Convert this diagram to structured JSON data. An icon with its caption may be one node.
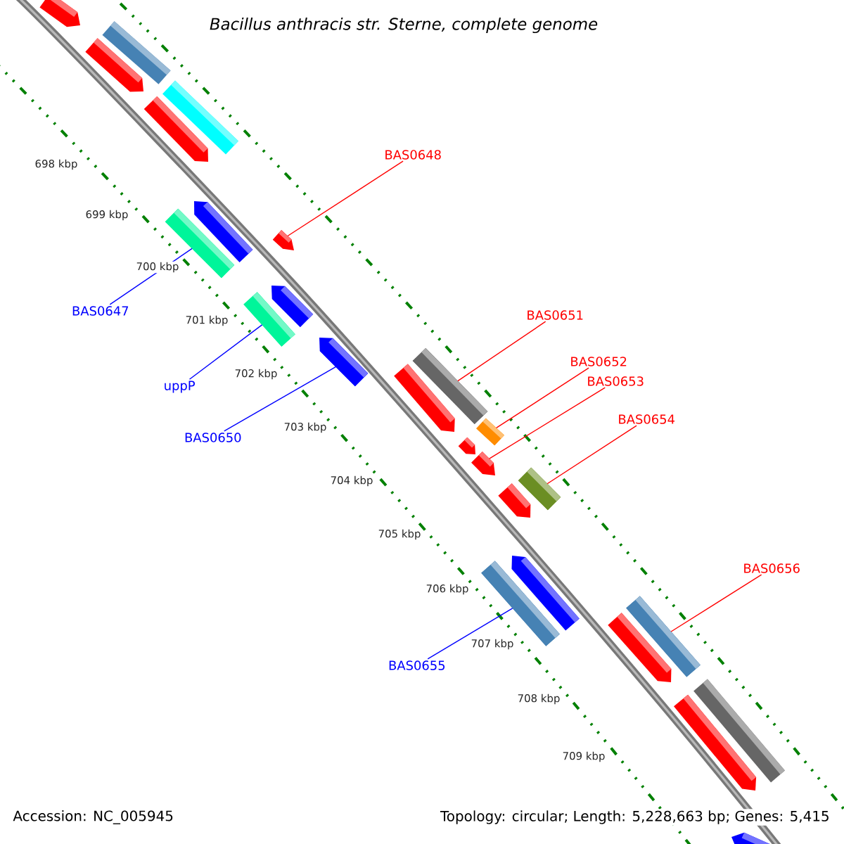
{
  "diagram": {
    "title": "Bacillus anthracis str. Sterne, complete genome",
    "nodes": [
      {
        "text": [
          "BAS0648"
        ]
      },
      {
        "text": [
          "BAS0647"
        ]
      },
      {
        "text": [
          "uppP"
        ]
      },
      {
        "text": [
          "BAS0650"
        ]
      },
      {
        "text": [
          "BAS0651"
        ]
      },
      {
        "text": [
          "BAS0652"
        ]
      },
      {
        "text": [
          "BAS0653"
        ]
      },
      {
        "text": [
          "BAS0654"
        ]
      },
      {
        "text": [
          "BAS0655"
        ]
      },
      {
        "text": [
          "BAS0656"
        ]
      },
      {
        "text": [],
        "shape": "bar"
      },
      {
        "text": [],
        "shape": "bar"
      },
      {
        "text": [],
        "shape": "bar"
      },
      {
        "text": [],
        "shape": "bar"
      },
      {
        "text": [],
        "shape": "bar"
      },
      {
        "text": [],
        "shape": "bar"
      },
      {
        "text": [],
        "shape": "bar"
      },
      {
        "text": [],
        "shape": "bar"
      },
      {
        "text": [],
        "shape": "bar"
      },
      {
        "text": [],
        "shape": "bar"
      }
    ],
    "edges": [
      {
        "from": 0,
        "to": 10,
        "arrow": "none"
      },
      {
        "from": 1,
        "to": 11,
        "arrow": "none",
        "color": "#0000ff"
      },
      {
        "from": 2,
        "to": 12,
        "arrow": "none",
        "color": "#0000ff"
      },
      {
        "from": 3,
        "to": 13,
        "arrow": "none",
        "color": "#0000ff"
      },
      {
        "from": 4,
        "to": 14,
        "arrow": "none"
      },
      {
        "from": 5,
        "to": 15,
        "arrow": "none"
      },
      {
        "from": 6,
        "to": 16,
        "arrow": "none"
      },
      {
        "from": 7,
        "to": 17,
        "arrow": "none"
      },
      {
        "from": 8,
        "to": 18,
        "arrow": "none",
        "color": "#0000ff"
      },
      {
        "from": 9,
        "to": 19,
        "arrow": "none"
      }
    ],
    "labels": [
      "698 kbp",
      "699 kbp",
      "700 kbp",
      "701 kbp",
      "702 kbp",
      "703 kbp",
      "704 kbp",
      "705 kbp",
      "706 kbp",
      "707 kbp",
      "708 kbp",
      "709 kbp",
      "Accession: NC_005945",
      "Topology: circular; Length: 5,228,663 bp; Genes: 5,415"
    ]
  }
}
